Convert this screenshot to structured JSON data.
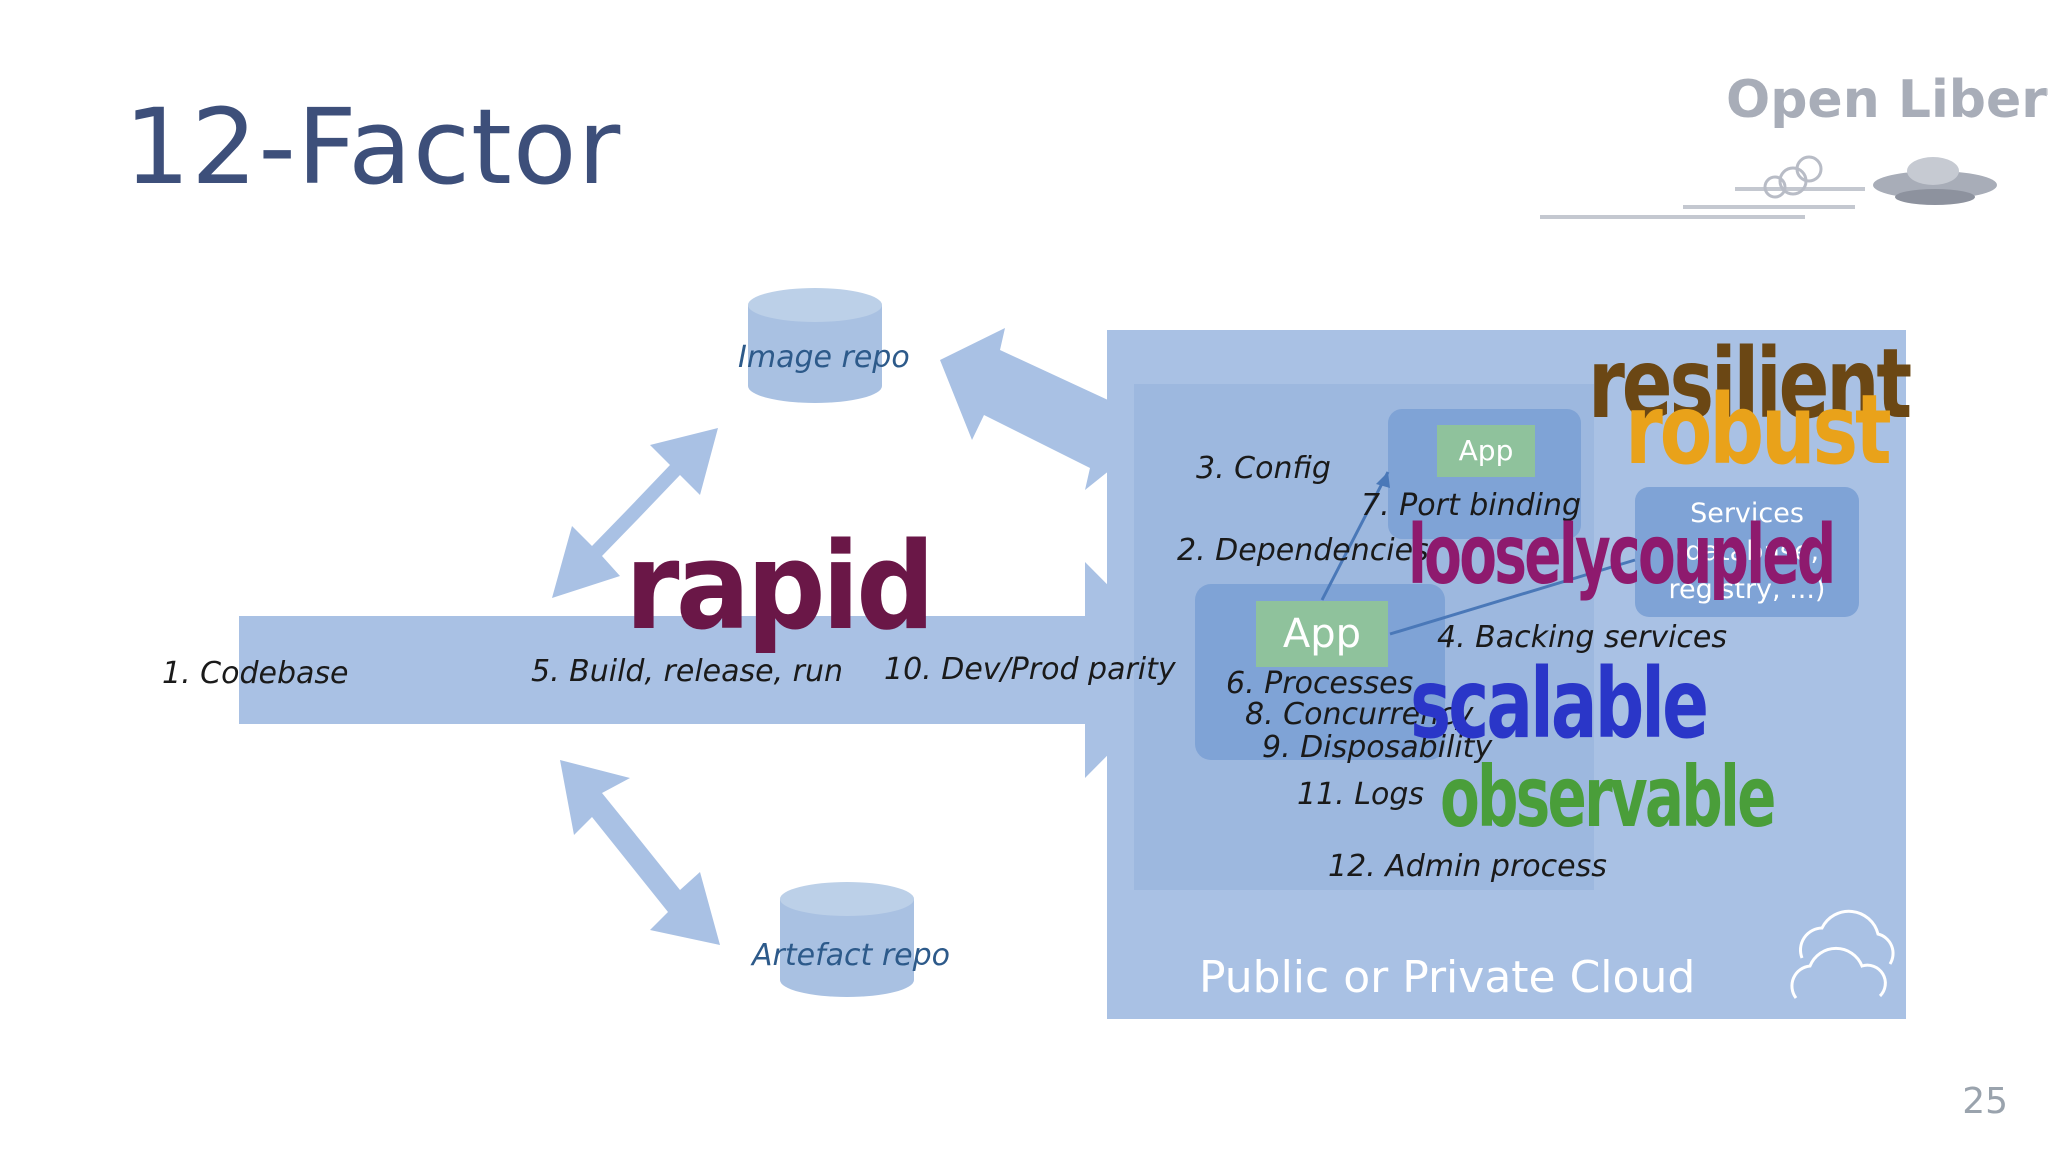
{
  "slide": {
    "title": "12-Factor",
    "page_number": "25"
  },
  "logo": {
    "text": "Open Liberty",
    "icon": "spaceship-icon"
  },
  "repos": {
    "image_repo": "Image repo",
    "artefact_repo": "Artefact repo"
  },
  "factors": {
    "codebase": "1. Codebase",
    "dependencies": "2. Dependencies",
    "config": "3. Config",
    "backing_services": "4. Backing services",
    "build_release_run": "5. Build, release, run",
    "processes": "6. Processes",
    "port_binding": "7. Port binding",
    "concurrency": "8. Concurrency",
    "disposability": "9. Disposability",
    "dev_prod_parity": "10. Dev/Prod parity",
    "logs": "11. Logs",
    "admin_process": "12. Admin process"
  },
  "cloud": {
    "label": "Public or Private Cloud",
    "app_main": "App",
    "app_small": "App",
    "services_line1": "Services",
    "services_line2": "(database,",
    "services_line3": "registry, ...)",
    "icon": "cloud-icon"
  },
  "overlay_words": {
    "resilient": "resilient",
    "robust": "robust",
    "rapid": "rapid",
    "looselycoupled": "looselycoupled",
    "scalable": "scalable",
    "observable": "observable"
  },
  "colors": {
    "title": "#3d4f7a",
    "arrow": "#a9c1e4",
    "resilient": "#6b4714",
    "robust": "#e9a21a",
    "rapid": "#6a1747",
    "looselycoupled": "#8e1a6e",
    "scalable": "#2a36c8",
    "observable": "#4a9e3a"
  }
}
